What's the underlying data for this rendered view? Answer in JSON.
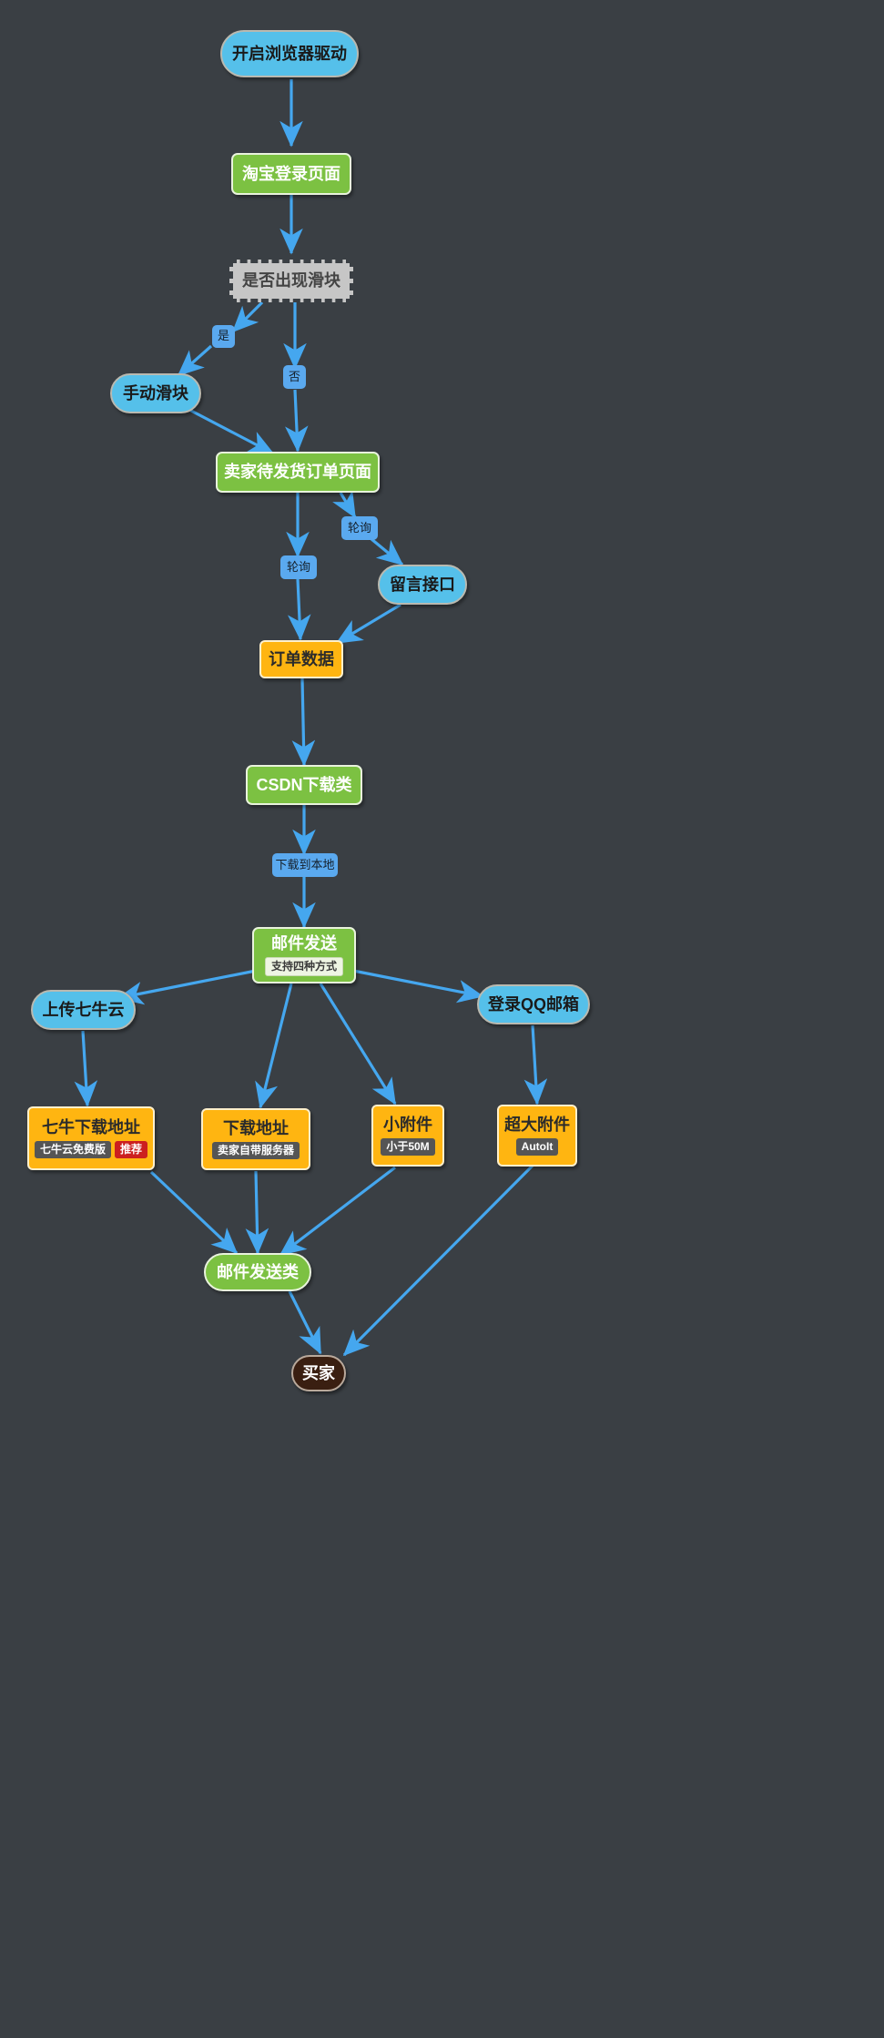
{
  "diagram": {
    "title": "",
    "background_color": "#3a3f44",
    "edge_color": "#45a7ef",
    "nodes": [
      {
        "id": "start",
        "label": "开启浏览器驱动",
        "shape": "stadium",
        "color": "#55c0ea"
      },
      {
        "id": "login",
        "label": "淘宝登录页面",
        "shape": "rect",
        "color": "#7cc142"
      },
      {
        "id": "slider",
        "label": "是否出现滑块",
        "shape": "dashed-rect",
        "color": "#c6c6c6"
      },
      {
        "id": "manual",
        "label": "手动滑块",
        "shape": "stadium",
        "color": "#55c0ea"
      },
      {
        "id": "orders",
        "label": "卖家待发货订单页面",
        "shape": "rect",
        "color": "#7cc142"
      },
      {
        "id": "msgapi",
        "label": "留言接口",
        "shape": "stadium",
        "color": "#55c0ea"
      },
      {
        "id": "orderdata",
        "label": "订单数据",
        "shape": "rect",
        "color": "#ffb511"
      },
      {
        "id": "csdn",
        "label": "CSDN下载类",
        "shape": "rect",
        "color": "#7cc142"
      },
      {
        "id": "mailsend",
        "label": "邮件发送",
        "shape": "rect",
        "color": "#7cc142",
        "badges": [
          {
            "text": "支持四种方式",
            "style": "light"
          }
        ]
      },
      {
        "id": "qiniu",
        "label": "上传七牛云",
        "shape": "stadium",
        "color": "#55c0ea"
      },
      {
        "id": "qqmail",
        "label": "登录QQ邮箱",
        "shape": "stadium",
        "color": "#55c0ea"
      },
      {
        "id": "qiniuaddr",
        "label": "七牛下载地址",
        "shape": "rect",
        "color": "#ffb511",
        "badges": [
          {
            "text": "七牛云免费版",
            "style": "dark"
          },
          {
            "text": "推荐",
            "style": "red"
          }
        ]
      },
      {
        "id": "dlladdr",
        "label": "下载地址",
        "shape": "rect",
        "color": "#ffb511",
        "badges": [
          {
            "text": "卖家自带服务器",
            "style": "dark"
          }
        ]
      },
      {
        "id": "smallatt",
        "label": "小附件",
        "shape": "rect",
        "color": "#ffb511",
        "badges": [
          {
            "text": "小于50M",
            "style": "dark"
          }
        ]
      },
      {
        "id": "bigatt",
        "label": "超大附件",
        "shape": "rect",
        "color": "#ffb511",
        "badges": [
          {
            "text": "AutoIt",
            "style": "dark"
          }
        ]
      },
      {
        "id": "mailclass",
        "label": "邮件发送类",
        "shape": "stadium",
        "color": "#7cc142"
      },
      {
        "id": "buyer",
        "label": "买家",
        "shape": "stadium",
        "color": "#3a1f11"
      }
    ],
    "edge_labels": [
      {
        "id": "yes",
        "text": "是"
      },
      {
        "id": "no",
        "text": "否"
      },
      {
        "id": "poll1",
        "text": "轮询"
      },
      {
        "id": "poll2",
        "text": "轮询"
      },
      {
        "id": "download",
        "text": "下载到本地"
      }
    ],
    "edges": [
      {
        "from": "start",
        "to": "login"
      },
      {
        "from": "login",
        "to": "slider"
      },
      {
        "from": "slider",
        "to": "manual",
        "label": "是"
      },
      {
        "from": "slider",
        "to": "orders",
        "label": "否"
      },
      {
        "from": "manual",
        "to": "orders"
      },
      {
        "from": "orders",
        "to": "msgapi",
        "label": "轮询"
      },
      {
        "from": "orders",
        "to": "orderdata",
        "label": "轮询"
      },
      {
        "from": "msgapi",
        "to": "orderdata"
      },
      {
        "from": "orderdata",
        "to": "csdn"
      },
      {
        "from": "csdn",
        "to": "mailsend",
        "label": "下载到本地"
      },
      {
        "from": "mailsend",
        "to": "qiniu"
      },
      {
        "from": "mailsend",
        "to": "qqmail"
      },
      {
        "from": "mailsend",
        "to": "dlladdr"
      },
      {
        "from": "mailsend",
        "to": "smallatt"
      },
      {
        "from": "qiniu",
        "to": "qiniuaddr"
      },
      {
        "from": "qqmail",
        "to": "bigatt"
      },
      {
        "from": "qiniuaddr",
        "to": "mailclass"
      },
      {
        "from": "dlladdr",
        "to": "mailclass"
      },
      {
        "from": "smallatt",
        "to": "mailclass"
      },
      {
        "from": "mailclass",
        "to": "buyer"
      },
      {
        "from": "bigatt",
        "to": "buyer"
      }
    ]
  }
}
